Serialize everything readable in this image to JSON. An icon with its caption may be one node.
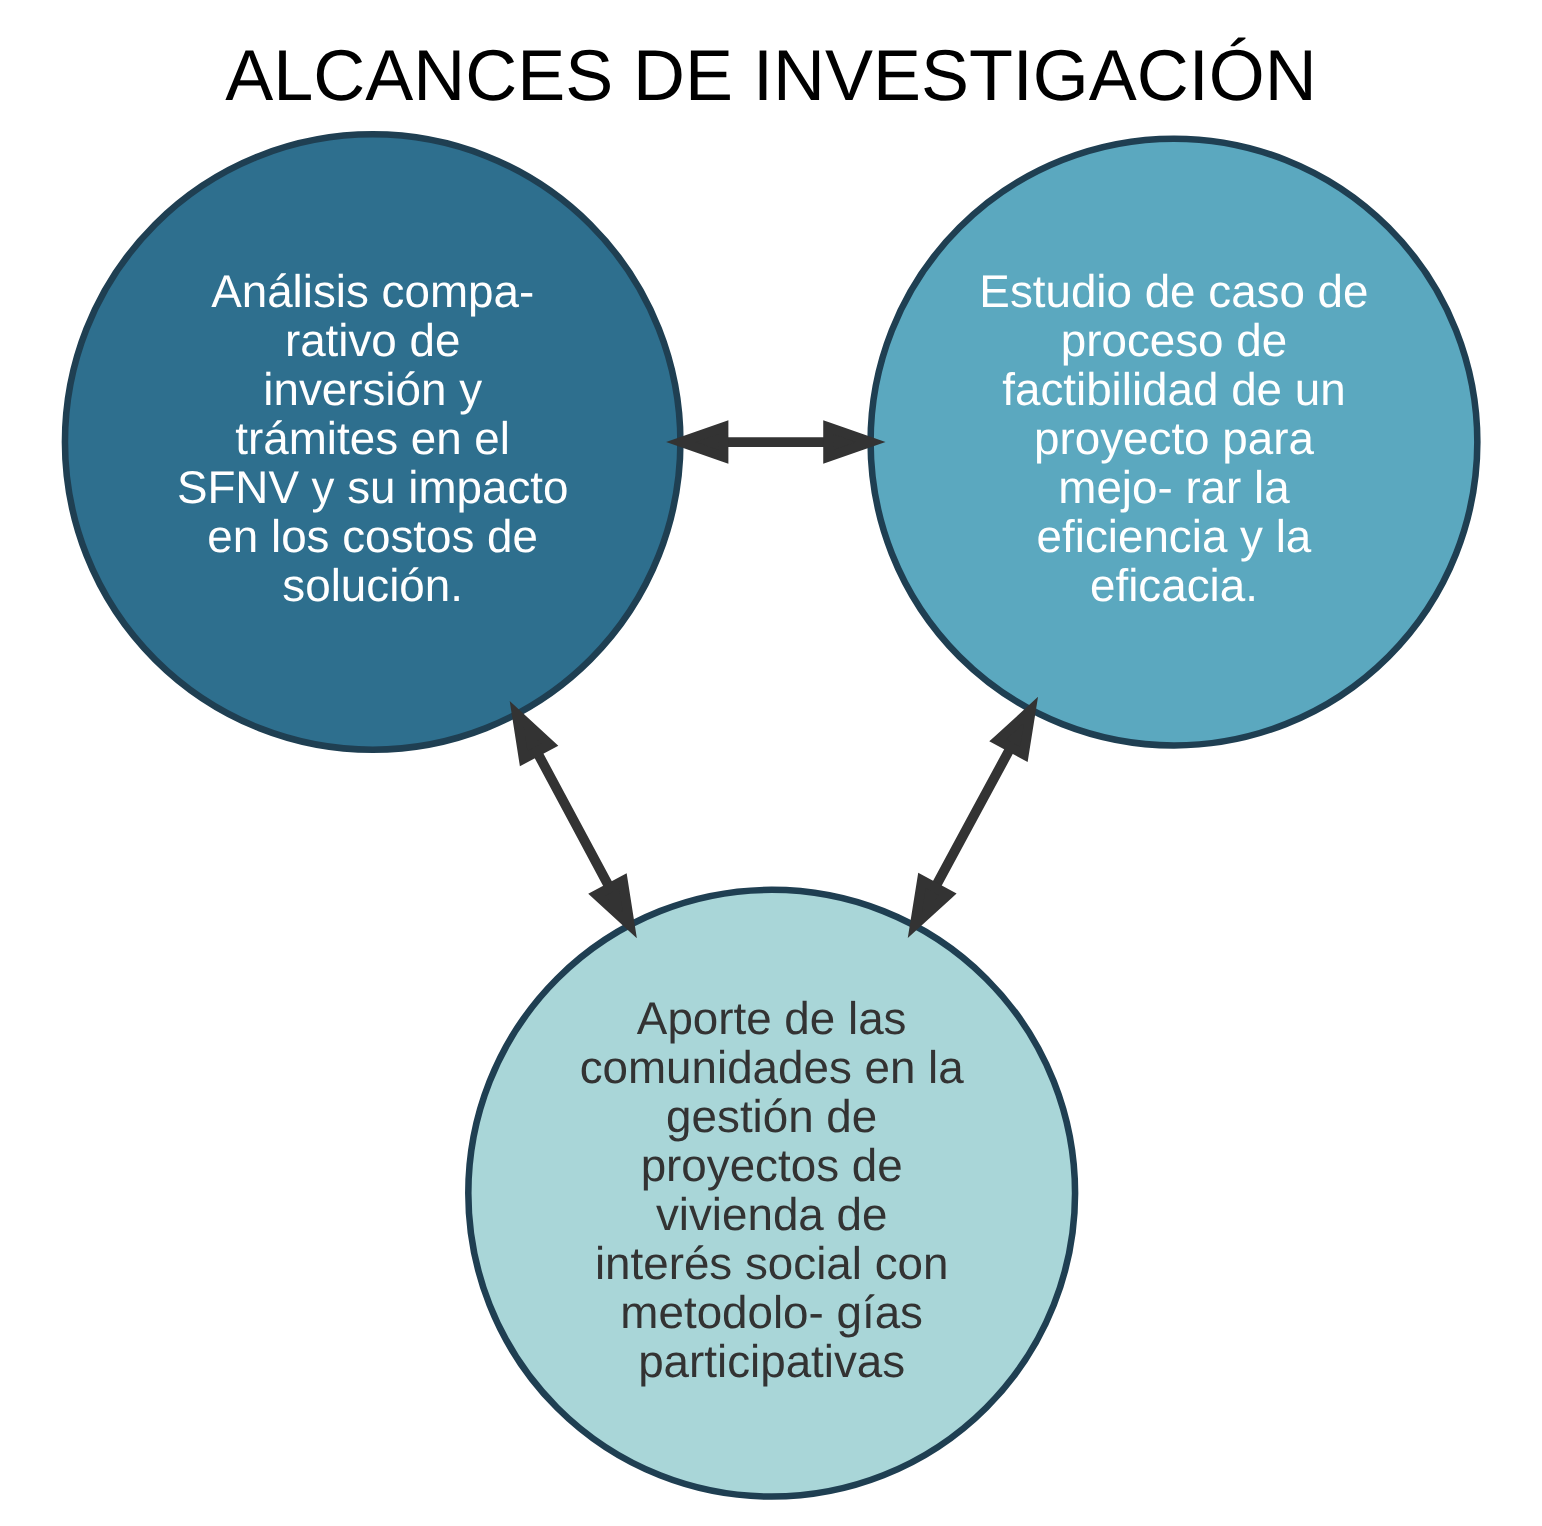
{
  "diagram": {
    "title": "ALCANCES DE INVESTIGACIÓN",
    "nodes": [
      {
        "text": [
          "Análisis compa- rativo de inversión y trámites en el SFNV y su impacto en los costos de solución."
        ]
      },
      {
        "text": [
          "Estudio de caso de proceso de factibilidad de un proyecto para mejo- rar la eficiencia y la eficacia."
        ]
      },
      {
        "text": [
          "Aporte de las comunidades en la gestión de proyectos de vivienda de interés social con metodolo- gías participativas"
        ]
      }
    ],
    "edges": [
      {
        "from": 0,
        "to": 1,
        "arrow": "both"
      },
      {
        "from": 0,
        "to": 2,
        "arrow": "both"
      },
      {
        "from": 1,
        "to": 2,
        "arrow": "both"
      }
    ]
  }
}
